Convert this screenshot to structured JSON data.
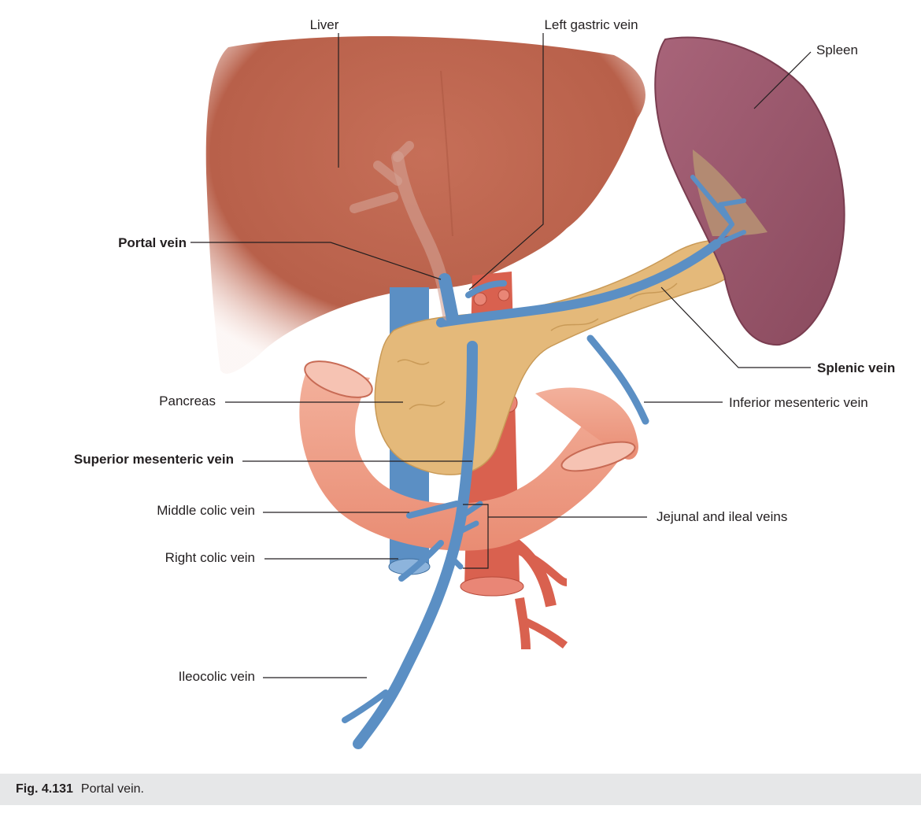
{
  "labels": {
    "liver": "Liver",
    "left_gastric_vein": "Left gastric vein",
    "spleen": "Spleen",
    "portal_vein": "Portal vein",
    "splenic_vein": "Splenic vein",
    "pancreas": "Pancreas",
    "inferior_mesenteric_vein": "Inferior mesenteric vein",
    "superior_mesenteric_vein": "Superior mesenteric vein",
    "middle_colic_vein": "Middle colic vein",
    "jejunal_and_ileal_veins": "Jejunal and ileal veins",
    "right_colic_vein": "Right colic vein",
    "ileocolic_vein": "Ileocolic vein"
  },
  "caption": {
    "figure_number": "Fig. 4.131",
    "text": "Portal vein."
  },
  "colors": {
    "liver": "#b8604a",
    "spleen": "#9a5a6c",
    "pancreas": "#e4b97a",
    "vein": "#5b8fc4",
    "artery": "#d9614f",
    "intestine": "#ee9e86"
  }
}
